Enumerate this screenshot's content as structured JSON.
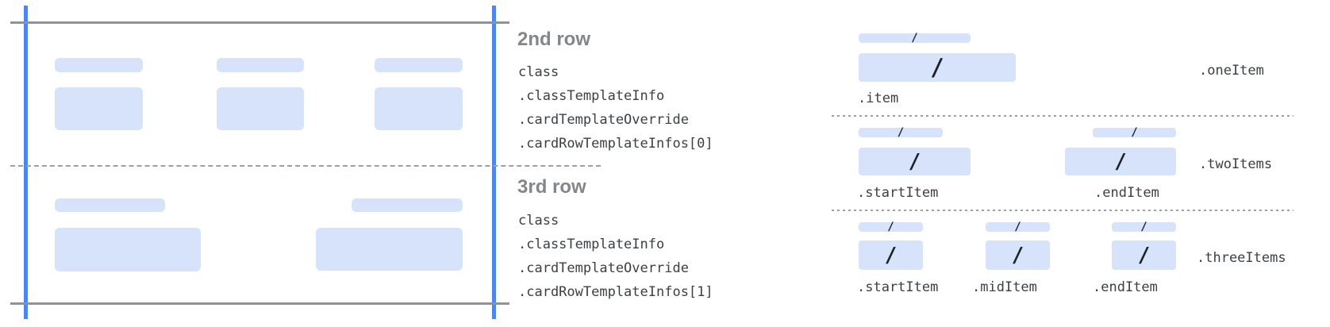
{
  "palette": {
    "accent_blue": "#4c86ee",
    "bar_blue": "#d7e3fb",
    "line_gray": "#8f9398",
    "dash_gray": "#9aa0a6",
    "heading_gray": "#82878c",
    "code_text": "#3c4043"
  },
  "middle": {
    "row2": {
      "title": "2nd row",
      "lines": [
        "class",
        ".classTemplateInfo",
        ".cardTemplateOverride",
        ".cardRowTemplateInfos[0]"
      ]
    },
    "row3": {
      "title": "3rd row",
      "lines": [
        "class",
        ".classTemplateInfo",
        ".cardTemplateOverride",
        ".cardRowTemplateInfos[1]"
      ]
    }
  },
  "right": {
    "slash": "/",
    "rows": [
      {
        "name": ".oneItem",
        "item_labels": [
          ".item"
        ]
      },
      {
        "name": ".twoItems",
        "item_labels": [
          ".startItem",
          ".endItem"
        ]
      },
      {
        "name": ".threeItems",
        "item_labels": [
          ".startItem",
          ".midItem",
          ".endItem"
        ]
      }
    ]
  }
}
